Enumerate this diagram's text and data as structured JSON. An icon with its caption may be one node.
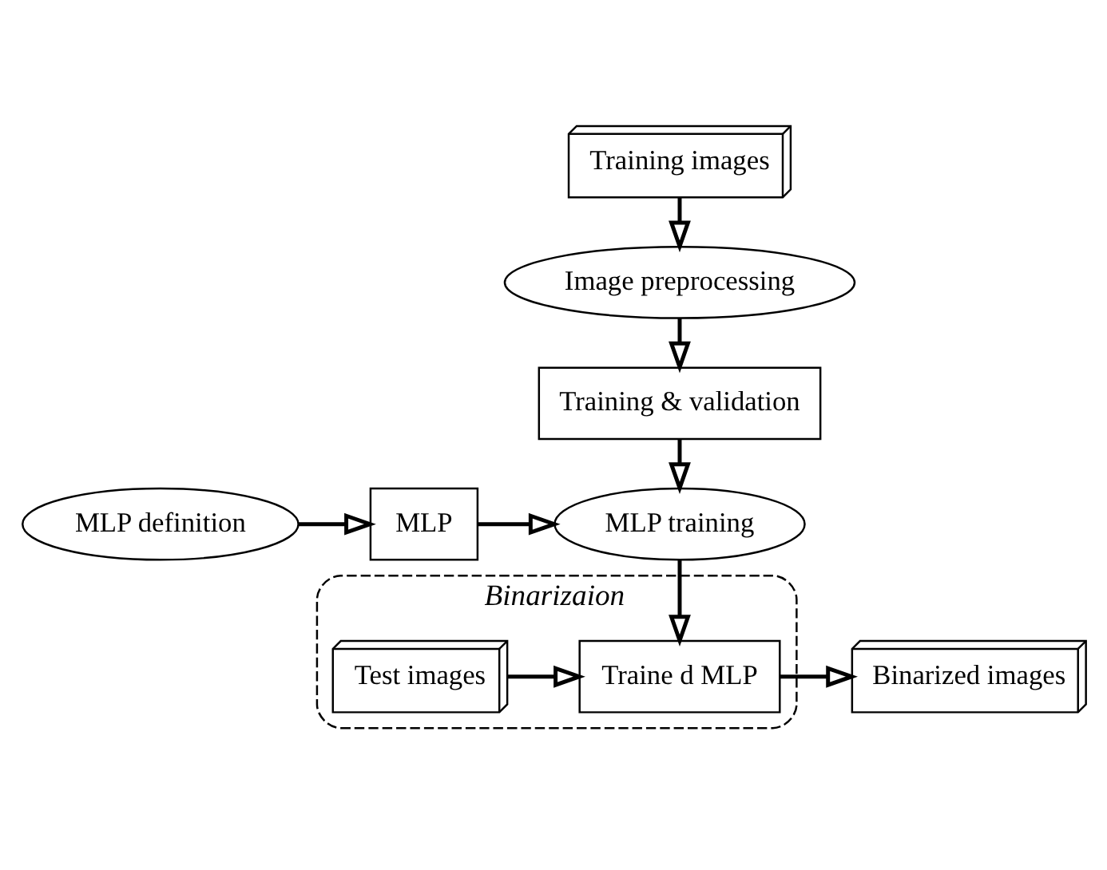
{
  "diagram": {
    "nodes": [
      {
        "text": [
          "Training images"
        ]
      },
      {
        "text": [
          "Image preprocessing"
        ]
      },
      {
        "text": [
          "Training & validation"
        ]
      },
      {
        "text": [
          "MLP definition"
        ]
      },
      {
        "text": [
          "MLP"
        ]
      },
      {
        "text": [
          "MLP training"
        ]
      },
      {
        "text": [
          "Binarizaion"
        ]
      },
      {
        "text": [
          "Test images"
        ],
        "in": 6
      },
      {
        "text": [
          "Traine d MLP"
        ],
        "in": 6
      },
      {
        "text": [
          "Binarized images"
        ]
      }
    ],
    "edges": [
      {
        "from": 0,
        "to": 1,
        "arrow": "to"
      },
      {
        "from": 1,
        "to": 2,
        "arrow": "to"
      },
      {
        "from": 2,
        "to": 5,
        "arrow": "to"
      },
      {
        "from": 3,
        "to": 4,
        "arrow": "to"
      },
      {
        "from": 4,
        "to": 5,
        "arrow": "to"
      },
      {
        "from": 5,
        "to": 8,
        "arrow": "to"
      },
      {
        "from": 7,
        "to": 8,
        "arrow": "to"
      },
      {
        "from": 8,
        "to": 9,
        "arrow": "to"
      }
    ]
  }
}
